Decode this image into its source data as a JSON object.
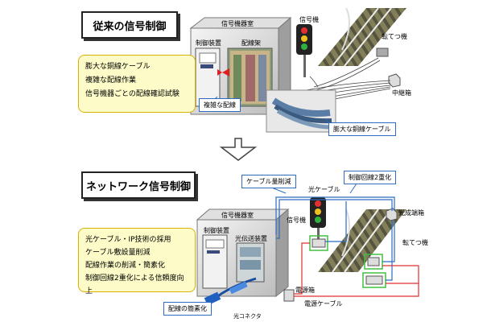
{
  "top": {
    "title": "従来の信号制御",
    "building_label": "信号機器室",
    "control_label": "制御装置",
    "wiring_label": "配線架",
    "signal_label": "信号機",
    "switch_label": "転てつ機",
    "relay_label": "中継箱",
    "callout_complex": "複雑な配線",
    "callout_cable": "膨大な銅線ケーブル",
    "items": [
      "膨大な銅線ケーブル",
      "複雑な配線作業",
      "信号機器ごとの配線確認試験"
    ]
  },
  "bottom": {
    "title": "ネットワーク信号制御",
    "building_label": "信号機器室",
    "control_label": "制御装置",
    "optical_label": "光伝送装置",
    "signal_label": "信号機",
    "switch_label": "転てつ機",
    "terminal_label": "光成端箱",
    "power_box_label": "電源箱",
    "power_cable_label": "電源ケーブル",
    "optical_cable_label": "光ケーブル",
    "connector_label": "光コネクタ",
    "callout_reduce": "ケーブル量削減",
    "callout_dual": "制御回線2重化",
    "callout_simplify": "配線の簡素化",
    "items": [
      "光ケーブル・IP技術の採用",
      "ケーブル敷設量削減",
      "配線作業の削減・簡素化",
      "制御回線2重化による信頼度向上"
    ]
  },
  "colors": {
    "list_bg": "#fdfcc8",
    "callout_border": "#2d6cc0",
    "power_line": "#e03030",
    "optical_line": "#2d6cc0"
  }
}
